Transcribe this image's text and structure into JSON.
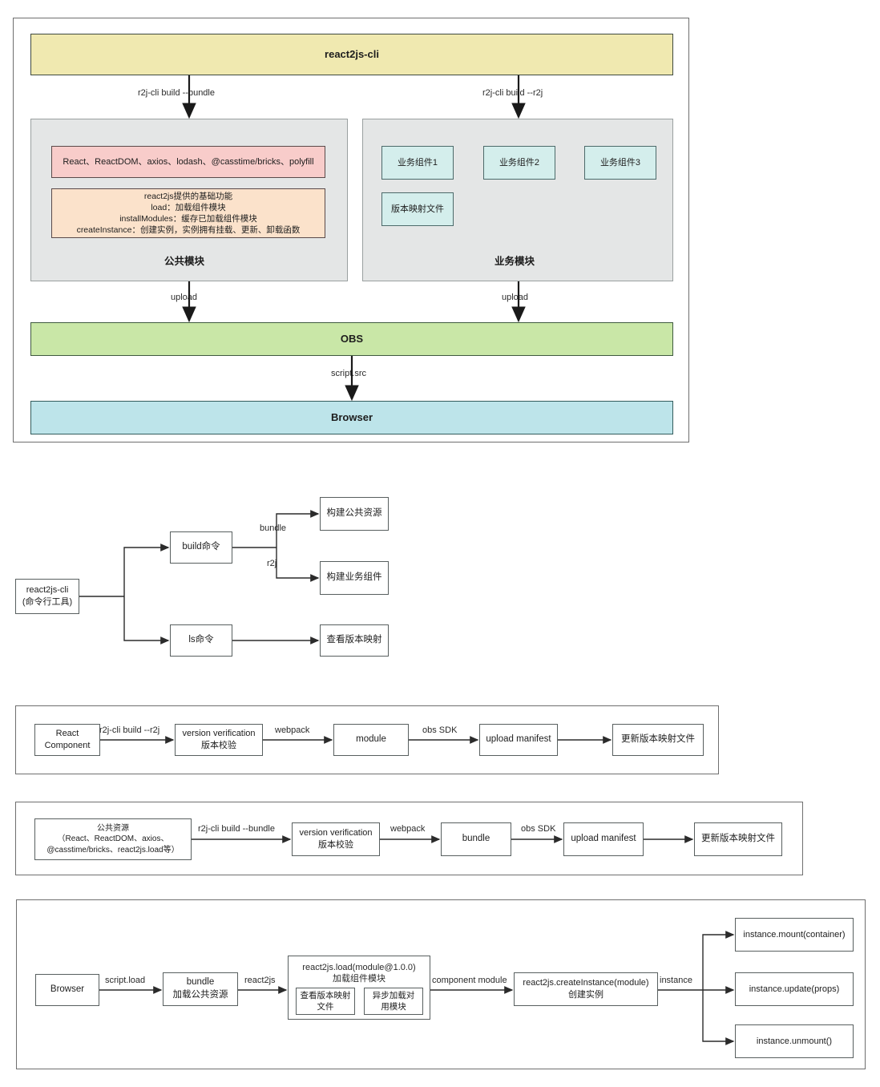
{
  "diagrams": [
    {
      "id": "architecture-overview",
      "nodes": {
        "cli": "react2js-cli",
        "common_group_title": "公共模块",
        "business_group_title": "业务模块",
        "common_deps": "React、ReactDOM、axios、lodash、@casstime/bricks、polyfill",
        "common_features": "react2js提供的基础功能\nload：加载组件模块\ninstallModules：缓存已加载组件模块\ncreateInstance：创建实例，实例拥有挂载、更新、卸载函数",
        "biz_comp_1": "业务组件1",
        "biz_comp_2": "业务组件2",
        "biz_comp_3": "业务组件3",
        "version_map_file": "版本映射文件",
        "obs": "OBS",
        "browser": "Browser"
      },
      "edges": {
        "cli_to_common": "r2j-cli build --bundle",
        "cli_to_business": "r2j-cli build --r2j",
        "common_to_obs": "upload",
        "business_to_obs": "upload",
        "obs_to_browser": "script.src"
      }
    },
    {
      "id": "cli-commands",
      "nodes": {
        "cli_tool": "react2js-cli\n(命令行工具)",
        "build_cmd": "build命令",
        "ls_cmd": "ls命令",
        "build_common": "构建公共资源",
        "build_business": "构建业务组件",
        "view_version_map": "查看版本映射"
      },
      "edges": {
        "bundle": "bundle",
        "r2j": "r2j"
      }
    },
    {
      "id": "component-build-pipeline",
      "nodes": {
        "react_component": "React\nComponent",
        "version_verification": "version verification\n版本校验",
        "module": "module",
        "upload_manifest": "upload manifest",
        "update_version_map": "更新版本映射文件"
      },
      "edges": {
        "e1": "r2j-cli build --r2j",
        "e2": "webpack",
        "e3": "obs SDK"
      }
    },
    {
      "id": "bundle-build-pipeline",
      "nodes": {
        "common_resources": "公共资源\n（React、ReactDOM、axios、\n@casstime/bricks、react2js.load等）",
        "version_verification": "version verification\n版本校验",
        "bundle": "bundle",
        "upload_manifest": "upload manifest",
        "update_version_map": "更新版本映射文件"
      },
      "edges": {
        "e1": "r2j-cli build --bundle",
        "e2": "webpack",
        "e3": "obs SDK"
      }
    },
    {
      "id": "runtime-flow",
      "nodes": {
        "browser": "Browser",
        "bundle": "bundle\n加载公共资源",
        "load_module_title": "react2js.load(module@1.0.0)\n加载组件模块",
        "load_sub_1": "查看版本映射\n文件",
        "load_sub_2": "异步加载对\n用模块",
        "create_instance": "react2js.createInstance(module)\n创建实例",
        "mount": "instance.mount(container)",
        "update": "instance.update(props)",
        "unmount": "instance.unmount()"
      },
      "edges": {
        "e1": "script.load",
        "e2": "react2js",
        "e3": "component module",
        "e4": "instance"
      }
    }
  ],
  "colors": {
    "yellow": "#f0e9b0",
    "green": "#c9e7a7",
    "cyan": "#bde4ea",
    "pink": "#f8ccca",
    "peach": "#fbe2cb",
    "mint": "#d4eeec",
    "grey": "#e4e6e6",
    "line": "#2b2b2b"
  }
}
